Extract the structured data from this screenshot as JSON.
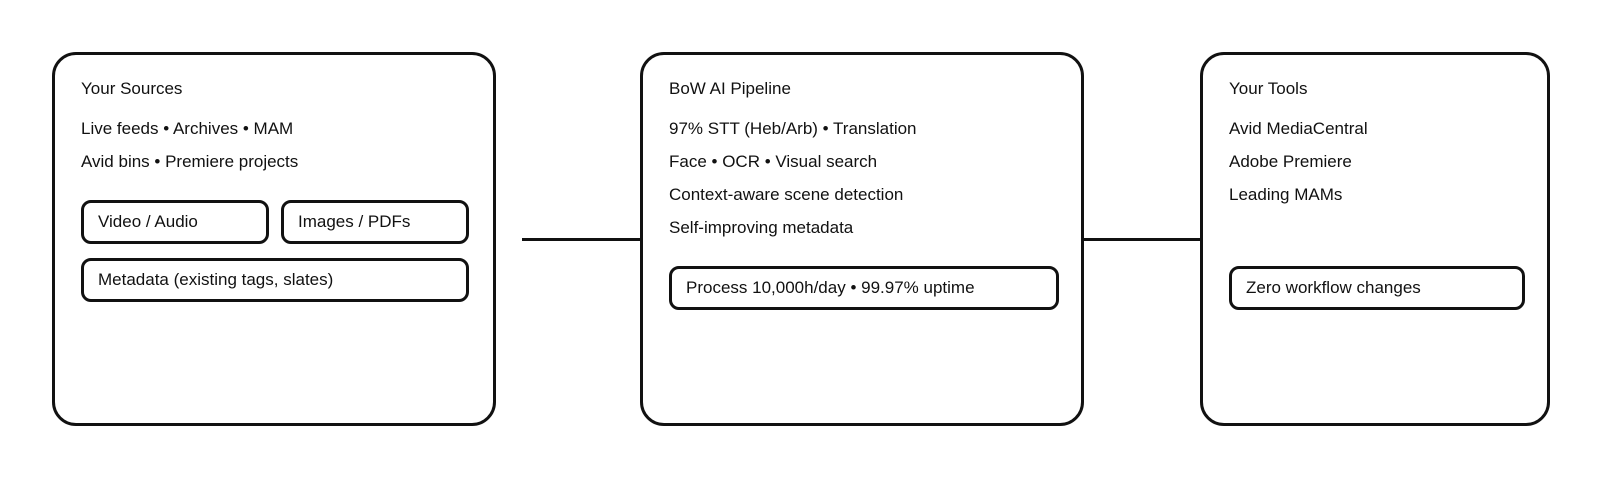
{
  "sources": {
    "title": "Your Sources",
    "lines": [
      "Live feeds • Archives • MAM",
      "Avid bins • Premiere projects"
    ],
    "chips": [
      "Video / Audio",
      "Images / PDFs",
      "Metadata (existing tags, slates)"
    ]
  },
  "pipeline": {
    "title": "BoW AI Pipeline",
    "lines": [
      "97% STT (Heb/Arb) • Translation",
      "Face • OCR • Visual search",
      "Context-aware scene detection",
      "Self-improving metadata"
    ],
    "highlight": "Process 10,000h/day • 99.97% uptime"
  },
  "tools": {
    "title": "Your Tools",
    "lines": [
      "Avid MediaCentral",
      "Adobe Premiere",
      "Leading MAMs"
    ],
    "highlight": "Zero workflow changes"
  }
}
